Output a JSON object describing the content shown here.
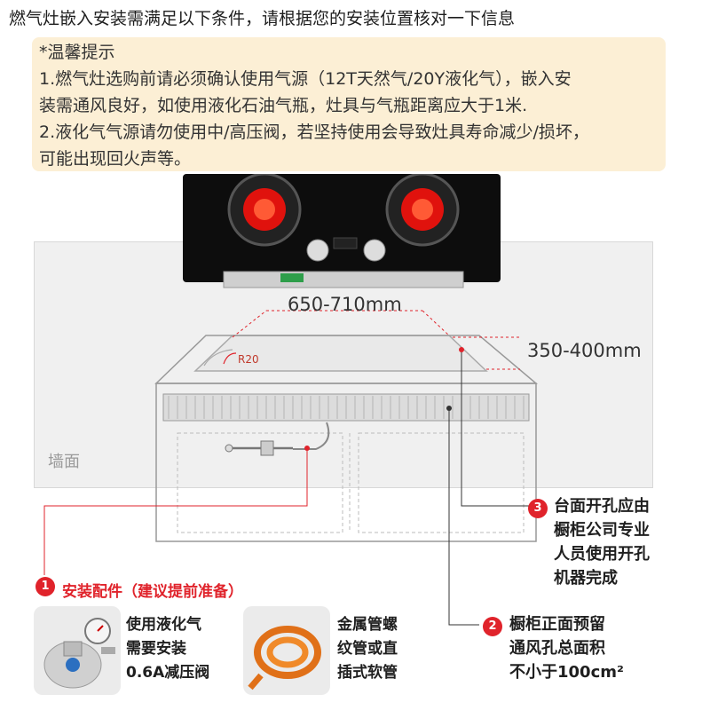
{
  "title": "燃气灶嵌入安装需满足以下条件，请根据您的安装位置核对一下信息",
  "tips": {
    "heading": "*温馨提示",
    "lines": [
      "1.燃气灶选购前请必须确认使用气源（12T天然气/20Y液化气），嵌入安",
      "装需通风良好，如使用液化石油气瓶，灶具与气瓶距离应大于1米.",
      "2.液化气气源请勿使用中/高压阀，若坚持使用会导致灶具寿命减少/损坏，",
      "可能出现回火声等。"
    ]
  },
  "diagram": {
    "width_dim": "650-710mm",
    "depth_dim": "350-400mm",
    "radius_label": "R20",
    "wall_label": "墙面"
  },
  "notes": {
    "n1": {
      "num": "1",
      "text": "安装配件（建议提前准备）"
    },
    "n2": {
      "num": "2",
      "lines": [
        "橱柜正面预留",
        "通风孔总面积",
        "不小于100cm²"
      ]
    },
    "n3": {
      "num": "3",
      "lines": [
        "台面开孔应由",
        "橱柜公司专业",
        "人员使用开孔",
        "机器完成"
      ]
    }
  },
  "accessories": [
    {
      "lines": [
        "使用液化气",
        "需要安装",
        "0.6A减压阀"
      ],
      "icon": "pressure-regulator-icon"
    },
    {
      "lines": [
        "金属管螺",
        "纹管或直",
        "插式软管"
      ],
      "icon": "gas-hose-icon"
    }
  ],
  "colors": {
    "accent": "#e0232b",
    "tip_bg": "#fcefd5",
    "wall": "#f0f0f0"
  }
}
